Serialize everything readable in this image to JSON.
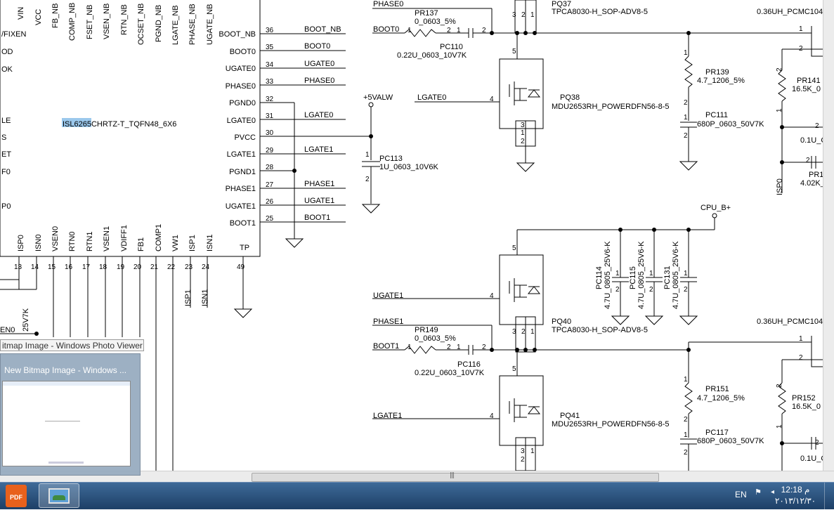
{
  "schematic": {
    "ic": {
      "name_highlight": "ISL6265",
      "name_rest": "CHRTZ-T_TQFN48_6X6",
      "top_pins": [
        "VIN",
        "VCC",
        "FB_NB",
        "COMP_NB",
        "FSET_NB",
        "VSEN_NB",
        "RTN_NB",
        "OCSET_NB",
        "PGND_NB",
        "LGATE_NB",
        "PHASE_NB",
        "UGATE_NB"
      ],
      "left_pins": [
        "/FIXEN",
        "OD",
        "OK",
        "LE",
        "S",
        "ET",
        "F0",
        "P0"
      ],
      "right_pins": [
        {
          "name": "BOOT_NB",
          "num": "36",
          "net": "BOOT_NB"
        },
        {
          "name": "BOOT0",
          "num": "35",
          "net": "BOOT0"
        },
        {
          "name": "UGATE0",
          "num": "34",
          "net": "UGATE0"
        },
        {
          "name": "PHASE0",
          "num": "33",
          "net": "PHASE0"
        },
        {
          "name": "PGND0",
          "num": "32",
          "net": ""
        },
        {
          "name": "LGATE0",
          "num": "31",
          "net": "LGATE0"
        },
        {
          "name": "PVCC",
          "num": "30",
          "net": ""
        },
        {
          "name": "LGATE1",
          "num": "29",
          "net": "LGATE1"
        },
        {
          "name": "PGND1",
          "num": "28",
          "net": ""
        },
        {
          "name": "PHASE1",
          "num": "27",
          "net": "PHASE1"
        },
        {
          "name": "UGATE1",
          "num": "26",
          "net": "UGATE1"
        },
        {
          "name": "BOOT1",
          "num": "25",
          "net": "BOOT1"
        }
      ],
      "bottom_pins": [
        {
          "name": "ISP0",
          "num": "13"
        },
        {
          "name": "ISN0",
          "num": "14"
        },
        {
          "name": "VSEN0",
          "num": "15"
        },
        {
          "name": "RTN0",
          "num": "16"
        },
        {
          "name": "RTN1",
          "num": "17"
        },
        {
          "name": "VSEN1",
          "num": "18"
        },
        {
          "name": "VDIFF1",
          "num": "19"
        },
        {
          "name": "FB1",
          "num": "20"
        },
        {
          "name": "COMP1",
          "num": "21"
        },
        {
          "name": "VW1",
          "num": "22"
        },
        {
          "name": "ISP1",
          "num": "23"
        },
        {
          "name": "ISN1",
          "num": "24"
        },
        {
          "name": "TP",
          "num": "49"
        }
      ],
      "bottom_nets": [
        "ISP1",
        "ISN1"
      ],
      "edge_labels": [
        "EN0",
        "25V7K"
      ]
    },
    "power": {
      "vcc_label": "+5VALW",
      "cpu_label": "CPU_B+"
    },
    "top_section": {
      "phase_net": "PHASE0",
      "boot_net": "BOOT0",
      "lgate_net": "LGATE0",
      "pr137": {
        "ref": "PR137",
        "val": "0_0603_5%"
      },
      "pc110": {
        "ref": "PC110",
        "val": "0.22U_0603_10V7K"
      },
      "pq37": {
        "ref": "PQ37",
        "val": "TPCA8030-H_SOP-ADV8-5"
      },
      "pq38": {
        "ref": "PQ38",
        "val": "MDU2653RH_POWERDFN56-8-5"
      },
      "pr139": {
        "ref": "PR139",
        "val": "4.7_1206_5%"
      },
      "pc111": {
        "ref": "PC111",
        "val": "680P_0603_50V7K"
      },
      "pc113": {
        "ref": "PC113",
        "val": "1U_0603_10V6K"
      },
      "ind": {
        "val": "0.36UH_PCMC104"
      },
      "pr141": {
        "ref": "PR141",
        "val": "16.5K_0"
      },
      "cap_right": {
        "val": "0.1U_C"
      },
      "res_right": {
        "ref": "PR1",
        "val": "4.02K_"
      },
      "isp0": "ISP0"
    },
    "bottom_section": {
      "ugate_net": "UGATE1",
      "phase_net": "PHASE1",
      "boot_net": "BOOT1",
      "lgate_net": "LGATE1",
      "pr149": {
        "ref": "PR149",
        "val": "0_0603_5%"
      },
      "pc116": {
        "ref": "PC116",
        "val": "0.22U_0603_10V7K"
      },
      "pq40": {
        "ref": "PQ40",
        "val": "TPCA8030-H_SOP-ADV8-5"
      },
      "pq41": {
        "ref": "PQ41",
        "val": "MDU2653RH_POWERDFN56-8-5"
      },
      "pr151": {
        "ref": "PR151",
        "val": "4.7_1206_5%"
      },
      "pc117": {
        "ref": "PC117",
        "val": "680P_0603_50V7K"
      },
      "pc114": {
        "ref": "PC114",
        "val": "4.7U_0805_25V6-K"
      },
      "pc115": {
        "ref": "PC115",
        "val": "4.7U_0805_25V6-K"
      },
      "pc131": {
        "ref": "PC131",
        "val": "4.7U_0805_25V6-K"
      },
      "ind": {
        "val": "0.36UH_PCMC104"
      },
      "pr152": {
        "ref": "PR152",
        "val": "16.5K_0"
      },
      "cap_right": {
        "val": "0.1U_C"
      }
    }
  },
  "tooltip": {
    "text": "itmap Image - Windows Photo Viewer"
  },
  "preview": {
    "title": "New Bitmap Image - Windows ..."
  },
  "taskbar": {
    "pdf_label": "PDF",
    "lang": "EN",
    "time": "12:18 م",
    "date": "٢٠١٣/١٢/٣٠"
  },
  "colors": {
    "highlight": "#9bc8ec",
    "taskbar": "#1d3f66"
  }
}
